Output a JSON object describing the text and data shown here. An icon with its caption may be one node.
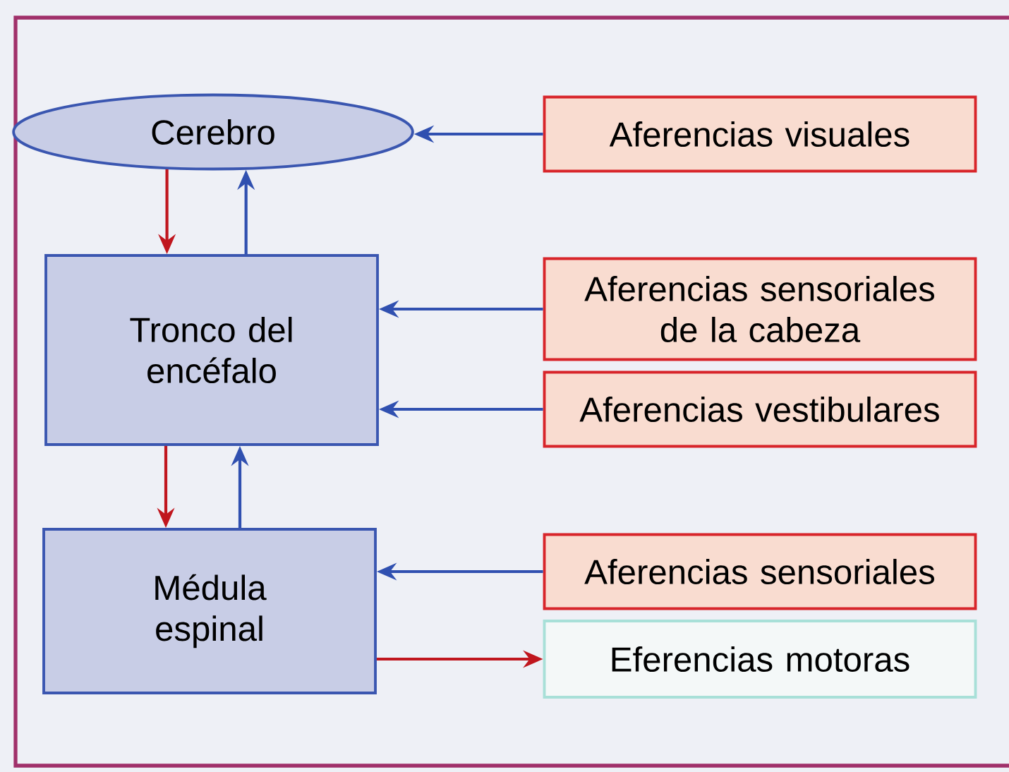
{
  "diagram": {
    "nodes": [
      {
        "text": [
          "Cerebro"
        ]
      },
      {
        "text": [
          "Tronco del encéfalo"
        ]
      },
      {
        "text": [
          "Médula espinal"
        ]
      },
      {
        "text": [
          "Aferencias visuales"
        ]
      },
      {
        "text": [
          "Aferencias sensoriales de la cabeza"
        ]
      },
      {
        "text": [
          "Aferencias vestibulares"
        ]
      },
      {
        "text": [
          "Aferencias sensoriales"
        ]
      },
      {
        "text": [
          "Eferencias motoras"
        ]
      }
    ],
    "edges": [
      {
        "from": 0,
        "to": 1,
        "arrow": "to",
        "color": "#c0161e"
      },
      {
        "from": 1,
        "to": 0,
        "arrow": "to"
      },
      {
        "from": 1,
        "to": 2,
        "arrow": "to",
        "color": "#c0161e"
      },
      {
        "from": 2,
        "to": 1,
        "arrow": "to"
      },
      {
        "from": 3,
        "to": 0,
        "arrow": "to"
      },
      {
        "from": 4,
        "to": 1,
        "arrow": "to"
      },
      {
        "from": 5,
        "to": 1,
        "arrow": "to"
      },
      {
        "from": 6,
        "to": 2,
        "arrow": "to"
      },
      {
        "from": 2,
        "to": 7,
        "arrow": "to",
        "color": "#c0161e"
      }
    ]
  }
}
